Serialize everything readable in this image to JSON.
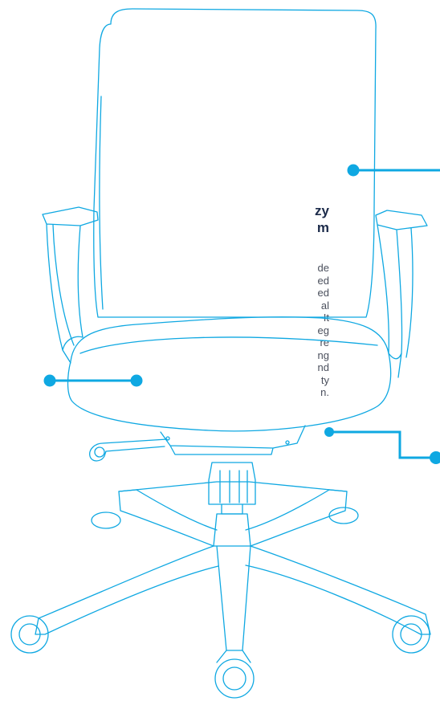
{
  "feature": {
    "title_lines": [
      "zy",
      "m"
    ],
    "body_lines": [
      "de",
      "ed",
      "ed",
      "al",
      "It",
      "eg",
      "re",
      "ng",
      "nd",
      "ty",
      "n."
    ]
  },
  "colors": {
    "outline": "#0fa8e2",
    "callout": "#0fa8e2",
    "title": "#1c2b4a",
    "body": "#4a4f5c"
  }
}
